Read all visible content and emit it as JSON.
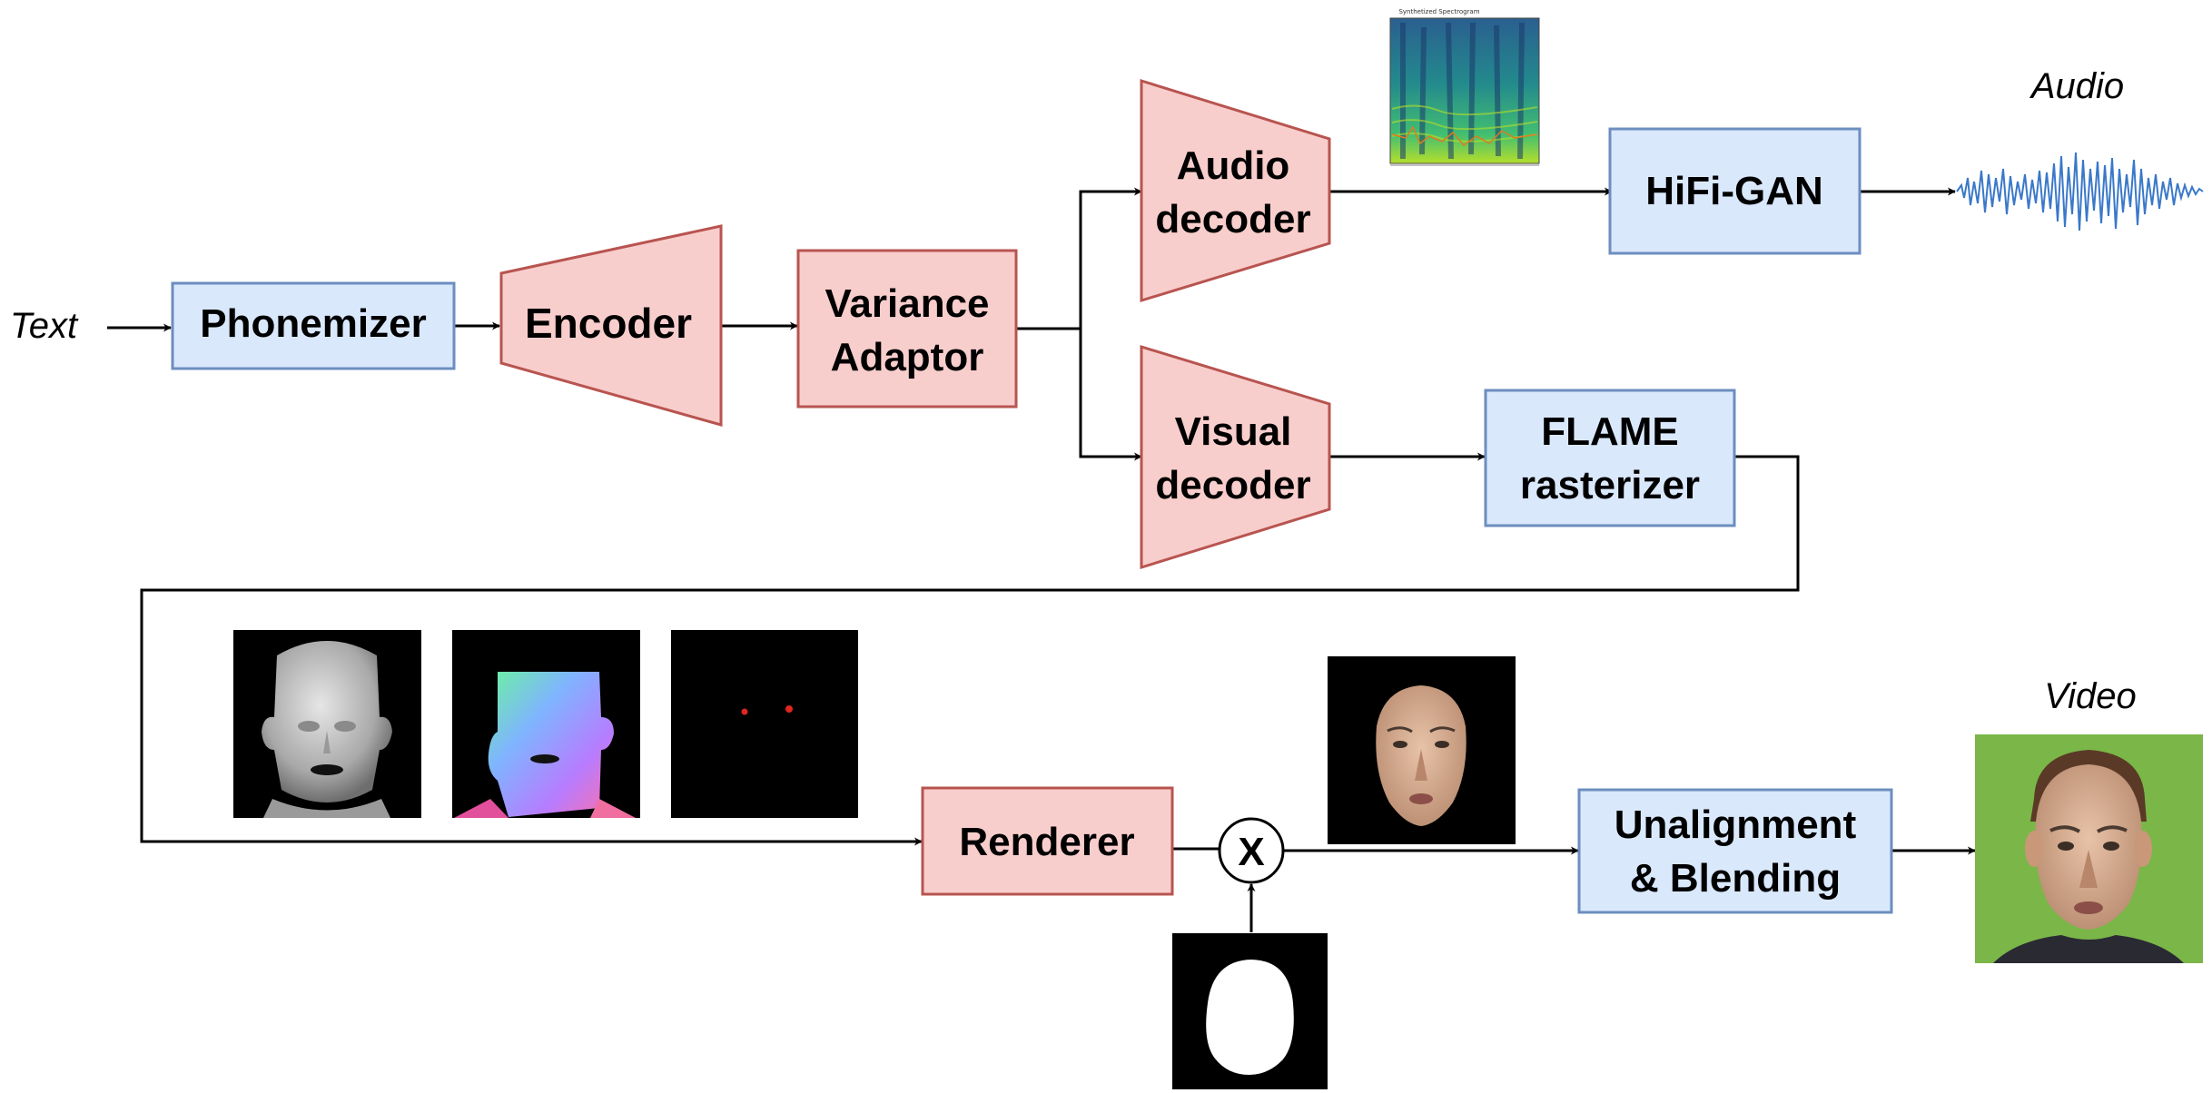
{
  "input_label": "Text",
  "audio_output_label": "Audio",
  "video_output_label": "Video",
  "blocks": {
    "phonemizer": "Phonemizer",
    "encoder": "Encoder",
    "variance_adaptor": [
      "Variance",
      "Adaptor"
    ],
    "audio_decoder": [
      "Audio",
      "decoder"
    ],
    "visual_decoder": [
      "Visual",
      "decoder"
    ],
    "hifigan": "HiFi-GAN",
    "flame_rasterizer": [
      "FLAME",
      "rasterizer"
    ],
    "renderer": "Renderer",
    "unalignment": [
      "Unalignment",
      "& Blending"
    ]
  },
  "multiply_symbol": "X",
  "spectrogram_title": "Synthetized Spectrogram",
  "colors": {
    "blue_fill": "#dae8fc",
    "blue_stroke": "#6c8ebf",
    "red_fill": "#f8cecc",
    "red_stroke": "#b85450",
    "waveform": "#3a78c9",
    "green_screen": "#7ab648"
  }
}
